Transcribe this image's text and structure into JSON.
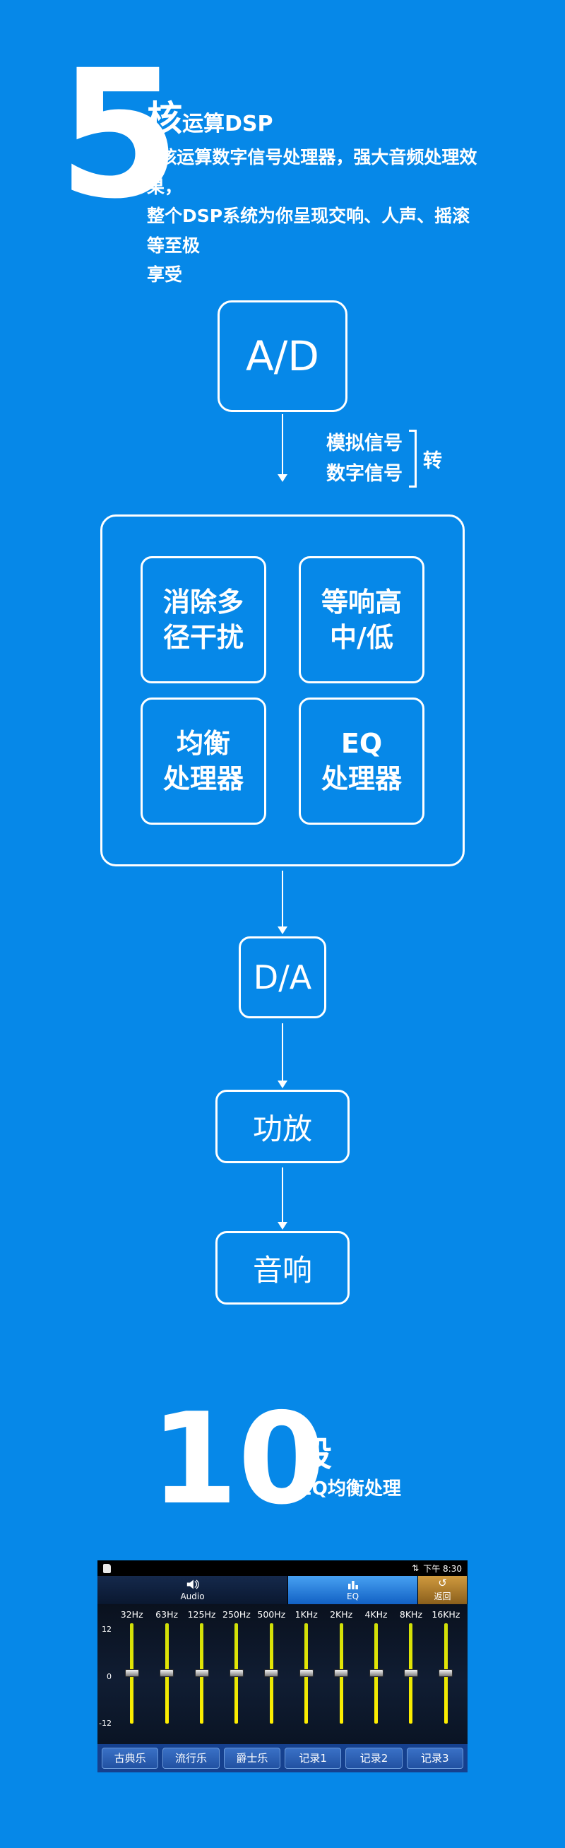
{
  "colors": {
    "page_bg": "#0688e8",
    "text_white": "#ffffff",
    "eq_active_tab_blue": "#2a85e8",
    "audio_tab_navy": "#0e2240",
    "return_tab_amber": "#b8862f",
    "slider_yellow": "#ffee00",
    "preset_button_blue": "#2a5cb0",
    "eq_panel_dark": "#0e1a2e"
  },
  "icons": {
    "speaker": "speaker-icon",
    "equalizer": "equalizer-bars-icon",
    "return": "return-arrow-icon",
    "arrow_down": "arrow-down-icon",
    "statusbar_left": "sd-card-icon",
    "statusbar_transfer": "data-transfer-icon"
  },
  "hero": {
    "big_number": "5",
    "unit": "核",
    "suffix": "运算DSP",
    "desc_line1": "5核运算数字信号处理器，强大音频处理效果，",
    "desc_line2": "整个DSP系统为你呈现交响、人声、摇滚等至极",
    "desc_line3": "享受"
  },
  "flow": {
    "ad_label": "A/D",
    "signal_top": "模拟信号",
    "signal_bottom": "数字信号",
    "convert_label": "转",
    "dsp_boxes": [
      {
        "line1": "消除多",
        "line2": "径干扰"
      },
      {
        "line1": "等响高",
        "line2": "中/低"
      },
      {
        "line1": "均衡",
        "line2": "处理器"
      },
      {
        "line1": "EQ",
        "line2": "处理器"
      }
    ],
    "da_label": "D/A",
    "amp_label": "功放",
    "speaker_label": "音响"
  },
  "band_section": {
    "big_number": "10",
    "unit": "段",
    "subtitle": "EQ均衡处理"
  },
  "eq_screen": {
    "statusbar": {
      "time": "下午 8:30"
    },
    "tabs": [
      {
        "label": "Audio",
        "icon": "speaker-icon",
        "active": false
      },
      {
        "label": "EQ",
        "icon": "equalizer-bars-icon",
        "active": true
      },
      {
        "label": "返回",
        "icon": "return-arrow-icon",
        "active": false
      }
    ],
    "equalizer": {
      "type": "sliders",
      "frequencies": [
        "32Hz",
        "63Hz",
        "125Hz",
        "250Hz",
        "500Hz",
        "1KHz",
        "2KHz",
        "4KHz",
        "8KHz",
        "16KHz"
      ],
      "values_db": [
        0,
        0,
        0,
        0,
        0,
        0,
        0,
        0,
        0,
        0
      ],
      "range_db": [
        -12,
        12
      ],
      "y_axis_labels": [
        "12",
        "0",
        "-12"
      ]
    },
    "presets": [
      "古典乐",
      "流行乐",
      "爵士乐",
      "记录1",
      "记录2",
      "记录3"
    ]
  }
}
